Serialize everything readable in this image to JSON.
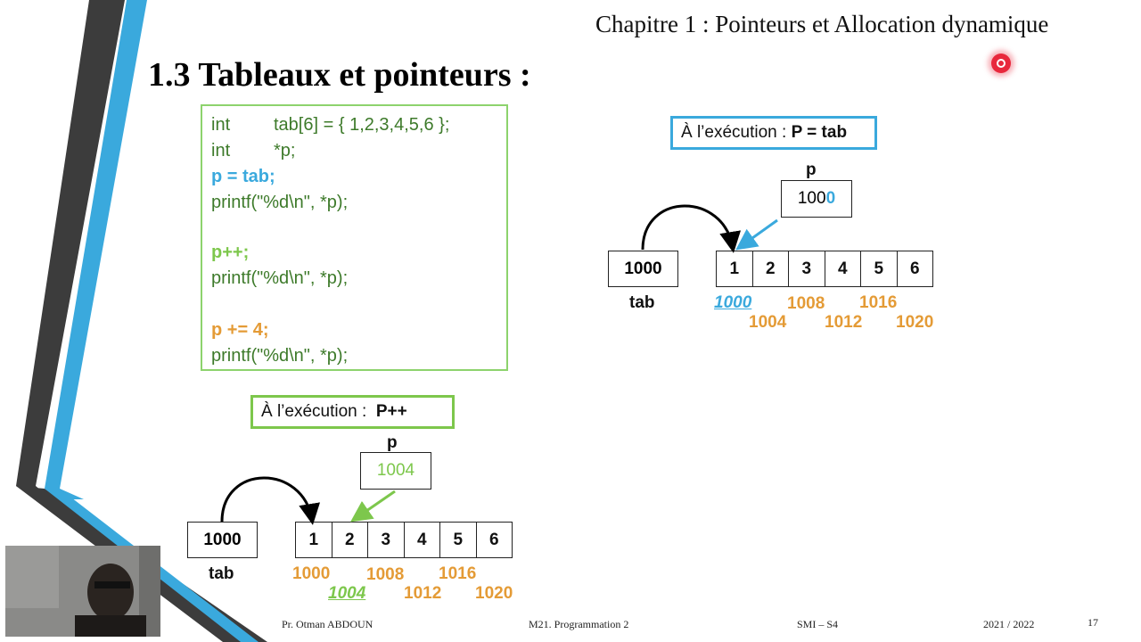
{
  "header": {
    "chapter": "Chapitre 1 : Pointeurs et Allocation dynamique"
  },
  "slide": {
    "title": "1.3 Tableaux et pointeurs :"
  },
  "code": {
    "lines": [
      {
        "kw": "int",
        "rest": "tab[6] = { 1,2,3,4,5,6 };"
      },
      {
        "kw": "int",
        "rest": "*p;"
      },
      {
        "text": "p = tab;"
      },
      {
        "text": "printf(\"%d\\n\", *p);"
      },
      {
        "text": "p++;"
      },
      {
        "text": "printf(\"%d\\n\", *p);"
      },
      {
        "text": "p += 4;"
      },
      {
        "text": "printf(\"%d\\n\", *p);"
      }
    ]
  },
  "diagram1": {
    "exec_label": "À l’exécution : ",
    "exec_bold": "P = tab",
    "pointer_name": "p",
    "pointer_value_a": "100",
    "pointer_value_b": "0",
    "tab_value": "1000",
    "tab_label": "tab",
    "cells": [
      "1",
      "2",
      "3",
      "4",
      "5",
      "6"
    ],
    "addresses": [
      "1000",
      "1004",
      "1008",
      "1012",
      "1016",
      "1020"
    ],
    "accent": "#3aa9dd"
  },
  "diagram2": {
    "exec_label": "À l’exécution :  ",
    "exec_bold": "P++",
    "pointer_name": "p",
    "pointer_value": "1004",
    "tab_value": "1000",
    "tab_label": "tab",
    "cells": [
      "1",
      "2",
      "3",
      "4",
      "5",
      "6"
    ],
    "addresses": [
      "1000",
      "1004",
      "1008",
      "1012",
      "1016",
      "1020"
    ],
    "accent": "#7dc74c"
  },
  "footer": {
    "author": "Pr. Otman ABDOUN",
    "course": "M21. Programmation 2",
    "track": "SMI – S4",
    "year": "2021 / 2022",
    "page": "17"
  },
  "colors": {
    "blue": "#3aa9dd",
    "green": "#7dc74c",
    "orange": "#e49b36",
    "code_text": "#3d7a2a",
    "stripe_dark": "#3c3c3c",
    "stripe_blue": "#3aa9dd"
  }
}
